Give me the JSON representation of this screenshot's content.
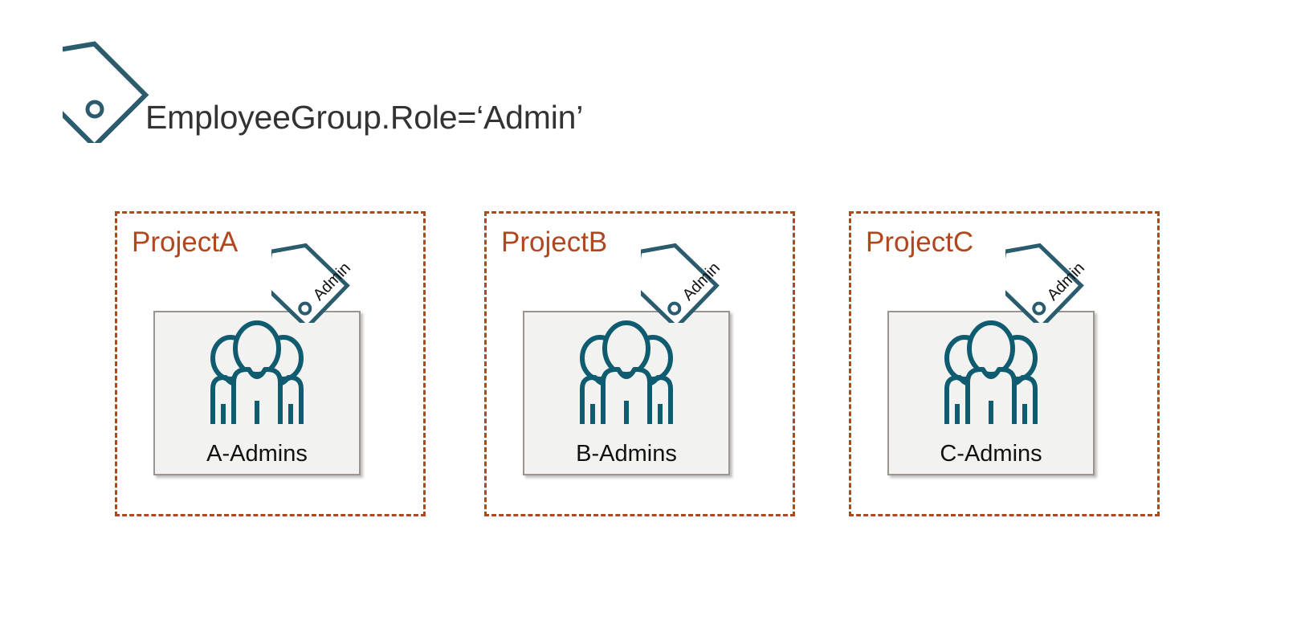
{
  "header": {
    "tag_icon": "tag-icon",
    "caption": "EmployeeGroup.Role=‘Admin’"
  },
  "colors": {
    "tag_teal": "#2a5c6e",
    "project_border": "#b0471e",
    "project_title": "#b0471e",
    "card_fill": "#f2f2f0",
    "card_border": "#9b9590",
    "label_text": "#111111",
    "caption_text": "#333333",
    "background": "#ffffff"
  },
  "projects": [
    {
      "title": "ProjectA",
      "group_label": "A-Admins",
      "group_icon": "group-people-icon",
      "tag_label": "Admin",
      "tag_icon": "tag-icon"
    },
    {
      "title": "ProjectB",
      "group_label": "B-Admins",
      "group_icon": "group-people-icon",
      "tag_label": "Admin",
      "tag_icon": "tag-icon"
    },
    {
      "title": "ProjectC",
      "group_label": "C-Admins",
      "group_icon": "group-people-icon",
      "tag_label": "Admin",
      "tag_icon": "tag-icon"
    }
  ]
}
